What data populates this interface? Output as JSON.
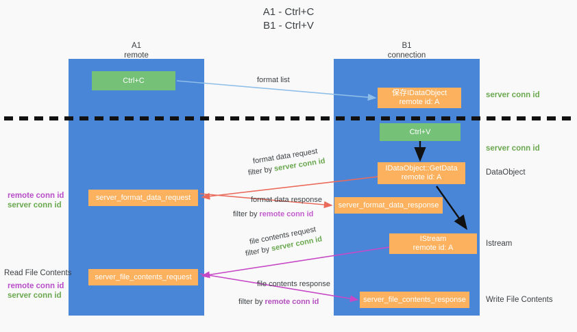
{
  "title": {
    "line1": "A1 - Ctrl+C",
    "line2": "B1 - Ctrl+V"
  },
  "lanes": [
    {
      "name": "A1",
      "sub": "remote"
    },
    {
      "name": "B1",
      "sub": "connection"
    }
  ],
  "nodes": {
    "ctrl_c": {
      "line1": "Ctrl+C",
      "line2": ""
    },
    "save_idataobject": {
      "line1": "保存IDataObject",
      "line2": "remote id: A"
    },
    "ctrl_v": {
      "line1": "Ctrl+V",
      "line2": ""
    },
    "get_data": {
      "line1": "IDataObject::GetData",
      "line2": "remote id: A"
    },
    "fmt_req": {
      "line1": "server_format_data_request",
      "line2": ""
    },
    "fmt_resp": {
      "line1": "server_format_data_response",
      "line2": ""
    },
    "istream": {
      "line1": "IStream",
      "line2": "remote id: A"
    },
    "file_req": {
      "line1": "server_file_contents_request",
      "line2": ""
    },
    "file_resp": {
      "line1": "server_file_contents_response",
      "line2": ""
    }
  },
  "arrow_labels": {
    "format_list": "format list",
    "fmt_data_request": "format data request",
    "fmt_data_request_filter_lead": "filter by ",
    "fmt_data_request_filter_key": "server conn id",
    "fmt_data_response": "format data response",
    "fmt_data_response_filter_lead": "filter by ",
    "fmt_data_response_filter_key": "remote conn id",
    "file_contents_request": "file contents request",
    "file_contents_request_filter_lead": "filter by ",
    "file_contents_request_filter_key": "server conn id",
    "file_contents_response": "file contents response",
    "file_contents_response_filter_lead": "filter by ",
    "file_contents_response_filter_key": "remote conn id"
  },
  "right_labels": {
    "server_conn_id_top": "server conn id",
    "server_conn_id_mid": "server conn id",
    "data_object": "DataObject",
    "istream": "Istream",
    "write_file_contents": "Write File Contents"
  },
  "left_labels": {
    "remote_conn_id_1": "remote conn id",
    "server_conn_id_1": "server conn id",
    "read_file_contents": "Read File Contents",
    "remote_conn_id_2": "remote conn id",
    "server_conn_id_2": "server conn id"
  },
  "colors": {
    "lane": "#4a86d8",
    "green_node": "#74c177",
    "orange_node": "#fbb15e",
    "background": "#f9f9f9",
    "arrow_light_blue": "#8fbfe8",
    "arrow_red": "#ea6a5b",
    "arrow_magenta": "#c648c6",
    "arrow_black": "#111111",
    "text_green": "#6aa84f",
    "text_purple": "#b84ec9"
  }
}
